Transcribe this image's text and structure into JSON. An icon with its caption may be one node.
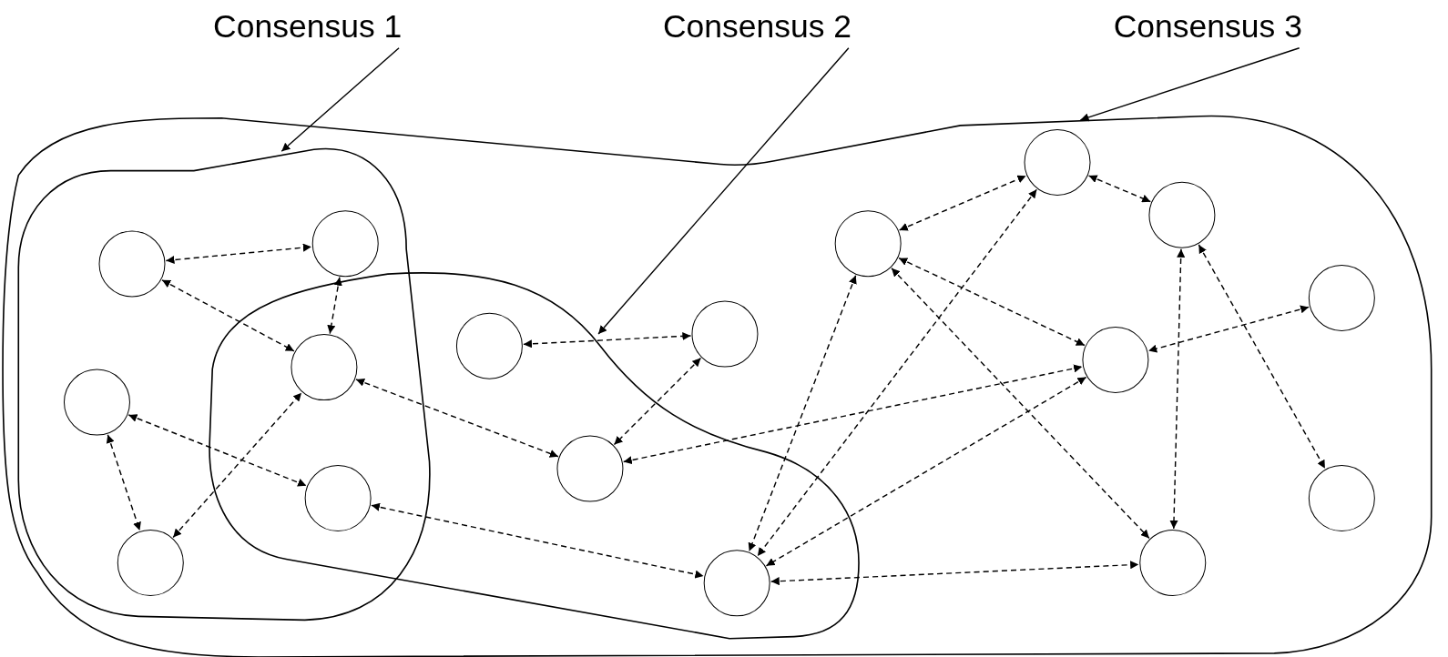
{
  "diagram": {
    "nodes": [
      {
        "text": [
          "Consensus 1"
        ]
      },
      {
        "text": [
          "Consensus 2"
        ]
      },
      {
        "text": [
          "Consensus 3"
        ]
      },
      {
        "text": [],
        "shape": "box"
      },
      {
        "text": [],
        "shape": "box",
        "in": 3
      },
      {
        "text": [],
        "shape": "box",
        "in": 3
      },
      {
        "text": [],
        "shape": "circle",
        "in": 4
      },
      {
        "text": [],
        "shape": "circle",
        "in": 4
      },
      {
        "text": [],
        "shape": "circle",
        "in": 4
      },
      {
        "text": [],
        "shape": "circle"
      },
      {
        "text": [],
        "shape": "circle"
      },
      {
        "text": [],
        "shape": "circle",
        "in": 4
      },
      {
        "text": [],
        "shape": "circle",
        "in": 5
      },
      {
        "text": [],
        "shape": "circle",
        "in": 5
      },
      {
        "text": [],
        "shape": "circle",
        "in": 3
      },
      {
        "text": [],
        "shape": "circle",
        "in": 5
      },
      {
        "text": [],
        "shape": "circle",
        "in": 3
      },
      {
        "text": [],
        "shape": "circle",
        "in": 3
      },
      {
        "text": [],
        "shape": "circle",
        "in": 3
      },
      {
        "text": [],
        "shape": "circle",
        "in": 3
      },
      {
        "text": [],
        "shape": "circle",
        "in": 3
      },
      {
        "text": [],
        "shape": "circle",
        "in": 3
      },
      {
        "text": [],
        "shape": "circle",
        "in": 3
      }
    ],
    "edges": [
      {
        "from": 0,
        "to": 4,
        "arrow": "to"
      },
      {
        "from": 1,
        "to": 5,
        "arrow": "to"
      },
      {
        "from": 2,
        "to": 3,
        "arrow": "to"
      },
      {
        "from": 7,
        "to": 11,
        "arrow": "both",
        "style": "dashed"
      },
      {
        "from": 7,
        "to": 9,
        "arrow": "both",
        "style": "dashed"
      },
      {
        "from": 11,
        "to": 9,
        "arrow": "both",
        "style": "dashed"
      },
      {
        "from": 9,
        "to": 13,
        "arrow": "both",
        "style": "dashed"
      },
      {
        "from": 6,
        "to": 10,
        "arrow": "both",
        "style": "dashed"
      },
      {
        "from": 6,
        "to": 8,
        "arrow": "both",
        "style": "dashed"
      },
      {
        "from": 8,
        "to": 9,
        "arrow": "both",
        "style": "dashed"
      },
      {
        "from": 10,
        "to": 15,
        "arrow": "both",
        "style": "dashed"
      },
      {
        "from": 12,
        "to": 14,
        "arrow": "both",
        "style": "dashed"
      },
      {
        "from": 14,
        "to": 13,
        "arrow": "both",
        "style": "dashed"
      },
      {
        "from": 13,
        "to": 18,
        "arrow": "both",
        "style": "dashed"
      },
      {
        "from": 16,
        "to": 17,
        "arrow": "both",
        "style": "dashed"
      },
      {
        "from": 16,
        "to": 18,
        "arrow": "both",
        "style": "dashed"
      },
      {
        "from": 16,
        "to": 19,
        "arrow": "both",
        "style": "dashed"
      },
      {
        "from": 17,
        "to": 20,
        "arrow": "both",
        "style": "dashed"
      },
      {
        "from": 17,
        "to": 15,
        "arrow": "both",
        "style": "dashed"
      },
      {
        "from": 16,
        "to": 15,
        "arrow": "both",
        "style": "dashed"
      },
      {
        "from": 18,
        "to": 15,
        "arrow": "both",
        "style": "dashed"
      },
      {
        "from": 15,
        "to": 19,
        "arrow": "both",
        "style": "dashed"
      },
      {
        "from": 20,
        "to": 19,
        "arrow": "both",
        "style": "dashed"
      },
      {
        "from": 20,
        "to": 22,
        "arrow": "both",
        "style": "dashed"
      },
      {
        "from": 21,
        "to": 18,
        "arrow": "both",
        "style": "dashed"
      }
    ]
  }
}
